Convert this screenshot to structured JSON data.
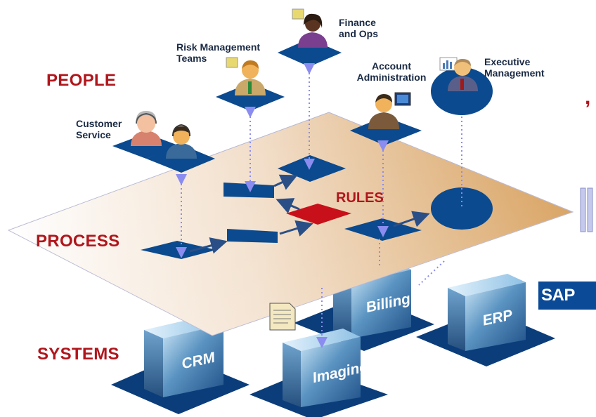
{
  "layers": {
    "people": "PEOPLE",
    "process": "PROCESS",
    "systems": "SYSTEMS",
    "rules": "RULES"
  },
  "roles": {
    "finance_ops": [
      "Finance",
      "and Ops"
    ],
    "risk_management": [
      "Risk Management",
      "Teams"
    ],
    "account_admin": [
      "Account",
      "Administration"
    ],
    "executive": [
      "Executive",
      "Management"
    ],
    "customer_service": [
      "Customer",
      "Service"
    ]
  },
  "systems": {
    "crm": "CRM",
    "imaging": "Imaging",
    "billing": "Billing",
    "erp": "ERP"
  },
  "vendor_logo": "SAP",
  "colors": {
    "label_red": "#b0161c",
    "node_blue": "#0b4a8e",
    "link_blue": "#8a8cf0",
    "rule_red": "#c8101a",
    "plane_tan": "#d59a52"
  }
}
